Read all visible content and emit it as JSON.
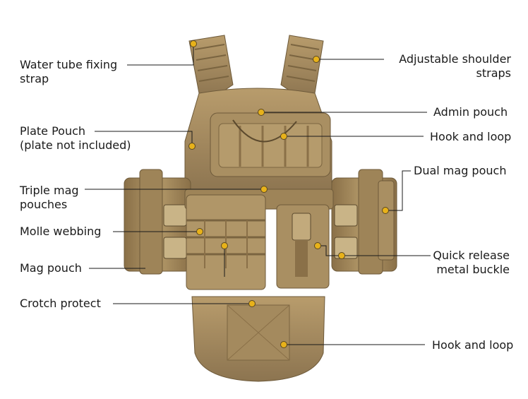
{
  "callouts": {
    "water_tube_fixing_strap": [
      "Water tube fixing",
      "strap"
    ],
    "adjustable_shoulder_straps": [
      "Adjustable shoulder",
      "straps"
    ],
    "admin_pouch": [
      "Admin pouch"
    ],
    "hook_and_loop_top": [
      "Hook and loop"
    ],
    "plate_pouch": [
      "Plate Pouch",
      "(plate not included)"
    ],
    "dual_mag_pouch": [
      "Dual mag pouch"
    ],
    "triple_mag_pouches": [
      "Triple mag",
      "pouches"
    ],
    "molle_webbing": [
      "Molle webbing"
    ],
    "quick_release_metal_buckle": [
      "Quick release",
      "metal buckle"
    ],
    "mag_pouch": [
      "Mag pouch"
    ],
    "crotch_protect": [
      "Crotch protect"
    ],
    "hook_and_loop_bottom": [
      "Hook and loop"
    ]
  },
  "colors": {
    "coyote": "#a48a5e",
    "coyote_dark": "#7a6440",
    "coyote_light": "#c2aa7c",
    "marker": "#e8b21a"
  }
}
